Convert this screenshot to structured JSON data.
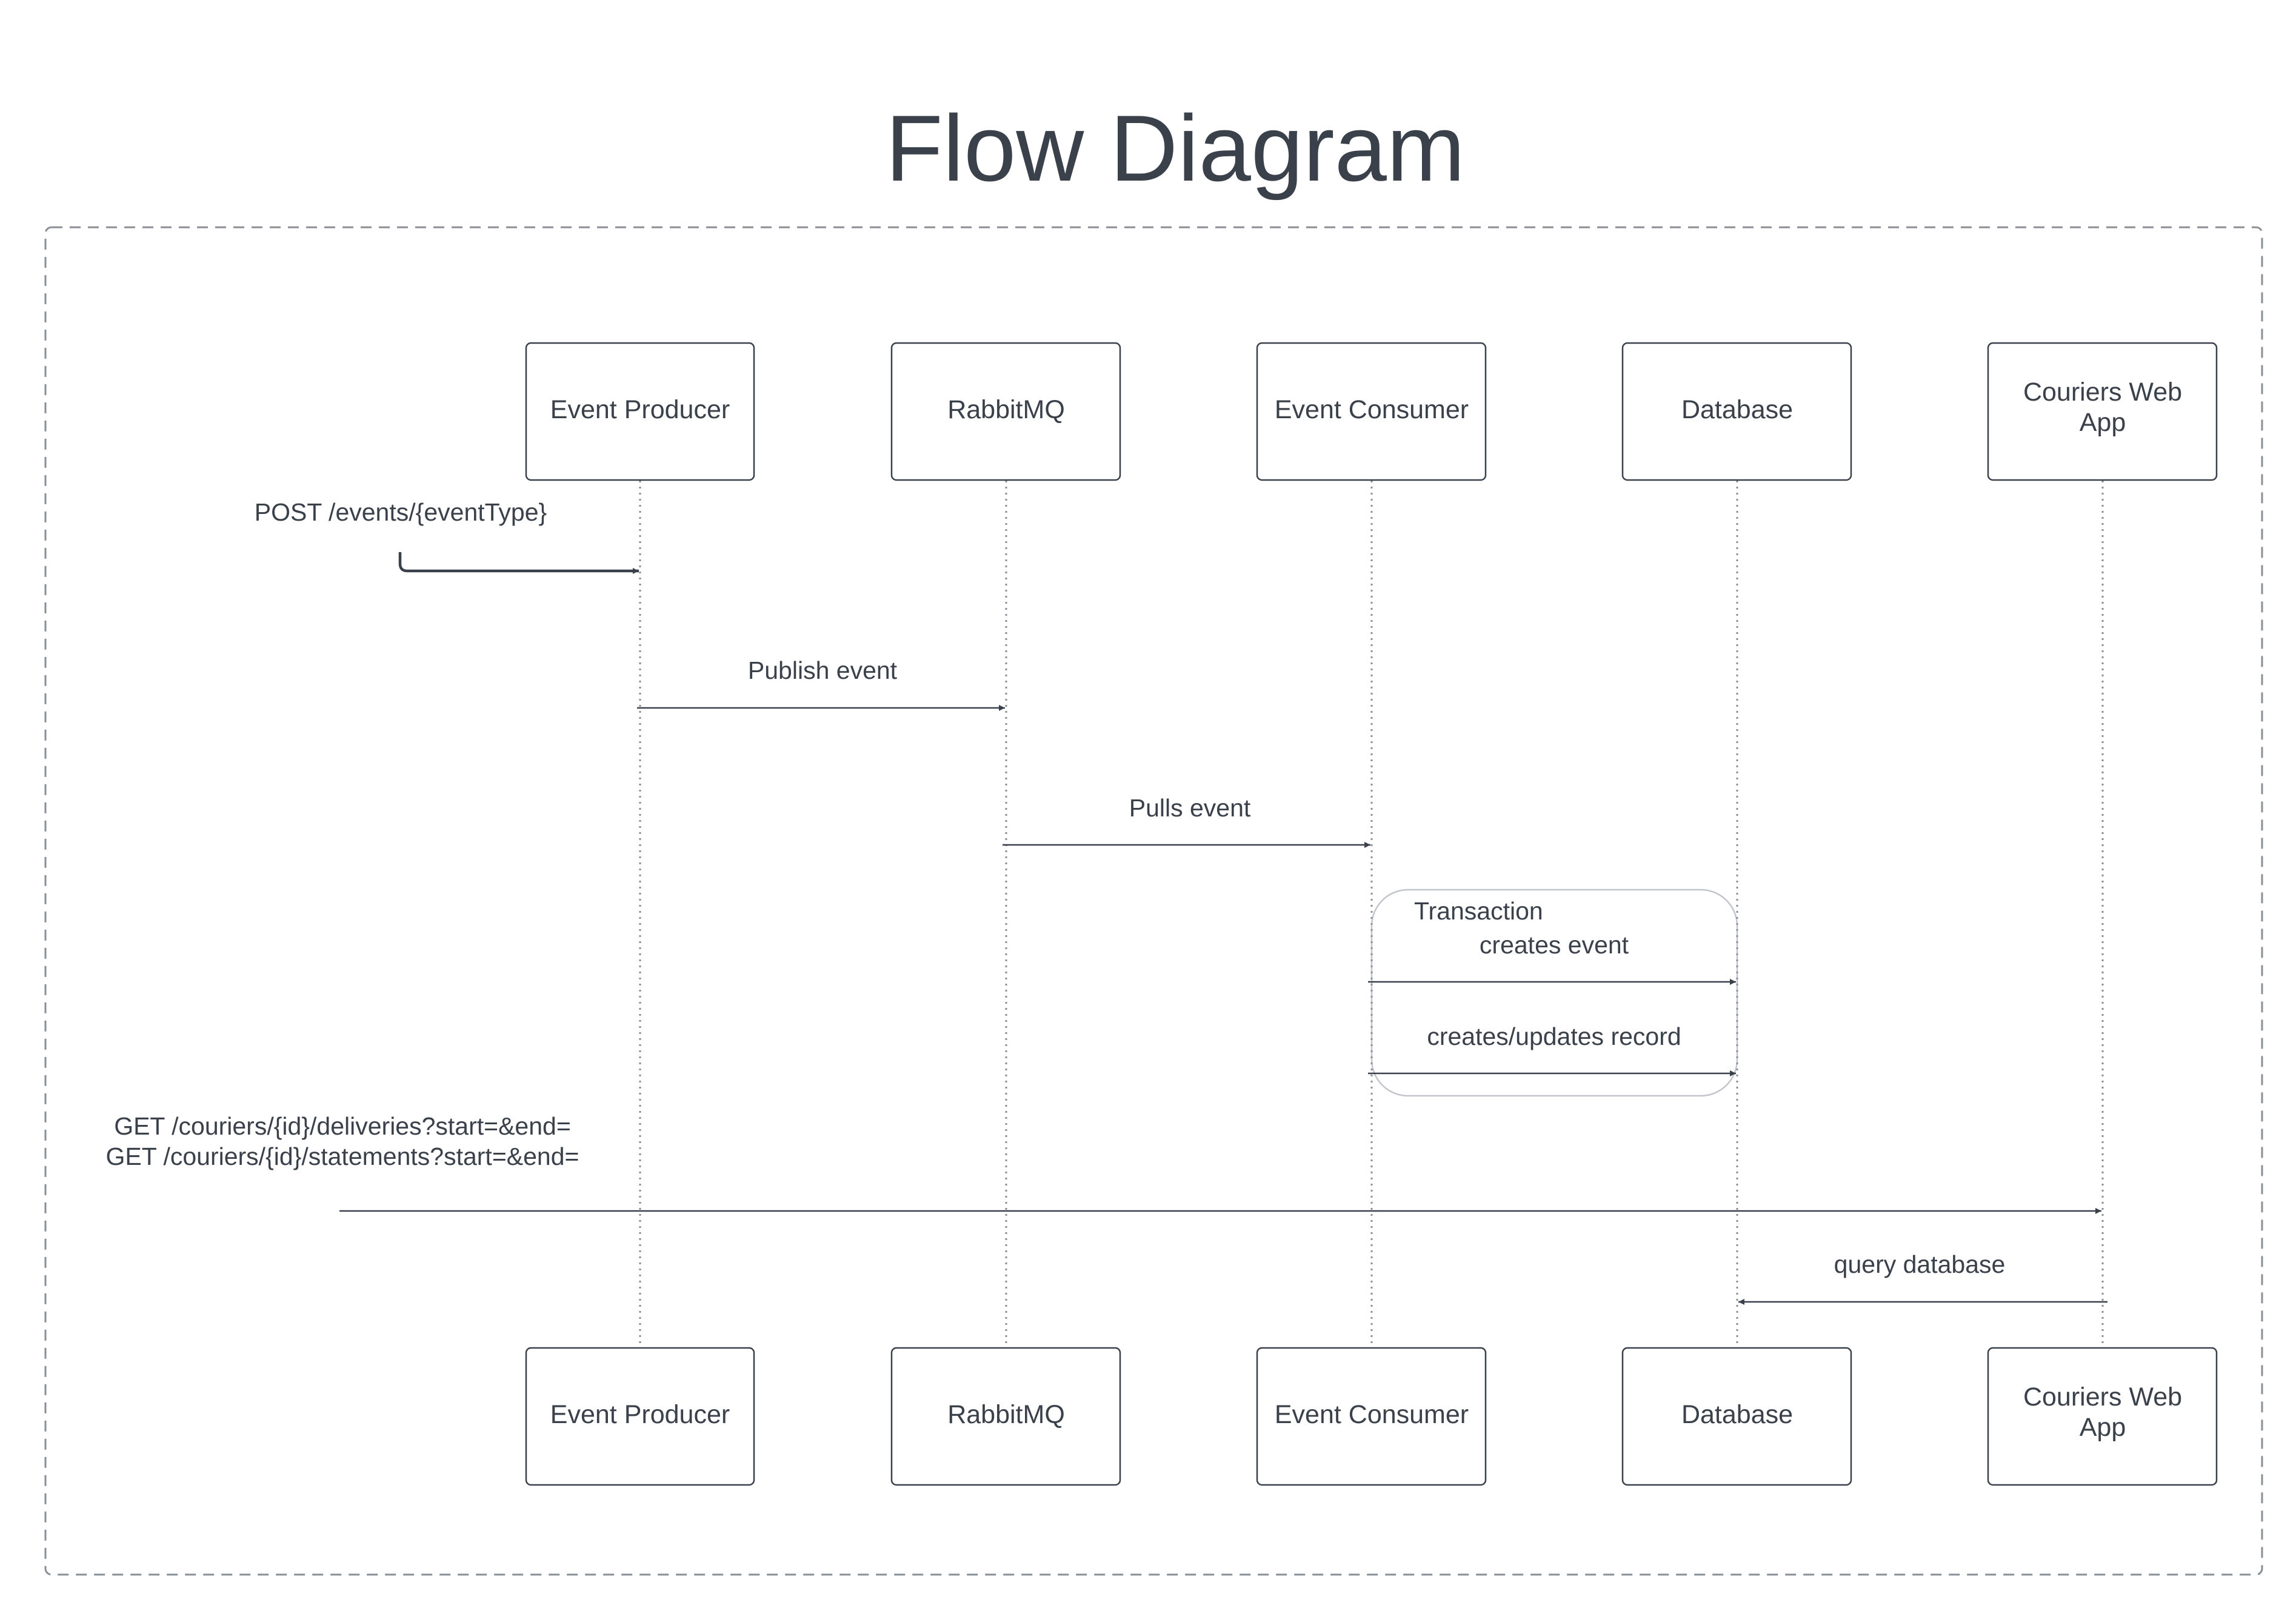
{
  "diagram": {
    "title": "Flow Diagram",
    "participants": [
      {
        "id": "producer",
        "lines": [
          "Event Producer"
        ]
      },
      {
        "id": "rabbitmq",
        "lines": [
          "RabbitMQ"
        ]
      },
      {
        "id": "consumer",
        "lines": [
          "Event Consumer"
        ]
      },
      {
        "id": "database",
        "lines": [
          "Database"
        ]
      },
      {
        "id": "webapp",
        "lines": [
          "Couriers Web",
          "App"
        ]
      }
    ],
    "messages": [
      {
        "id": "post-events",
        "from": null,
        "to": "producer",
        "lines": [
          "POST /events/{eventType}"
        ]
      },
      {
        "id": "publish-event",
        "from": "producer",
        "to": "rabbitmq",
        "lines": [
          "Publish event"
        ]
      },
      {
        "id": "pulls-event",
        "from": "rabbitmq",
        "to": "consumer",
        "lines": [
          "Pulls event"
        ]
      },
      {
        "id": "creates-event",
        "from": "consumer",
        "to": "database",
        "lines": [
          "creates event"
        ]
      },
      {
        "id": "creates-updates-record",
        "from": "consumer",
        "to": "database",
        "lines": [
          "creates/updates record"
        ]
      },
      {
        "id": "get-couriers",
        "from": null,
        "to": "webapp",
        "lines": [
          "GET /couriers/{id}/deliveries?start=&end=",
          "GET /couriers/{id}/statements?start=&end="
        ]
      },
      {
        "id": "query-database",
        "from": "webapp",
        "to": "database",
        "lines": [
          "query database"
        ]
      }
    ],
    "fragment": {
      "label": "Transaction",
      "messages": [
        "creates-event",
        "creates-updates-record"
      ]
    },
    "colors": {
      "stroke": "#3a414a",
      "text": "#3a414a",
      "frame": "#8a8f96",
      "fragment_border": "#c2c6cc"
    }
  }
}
